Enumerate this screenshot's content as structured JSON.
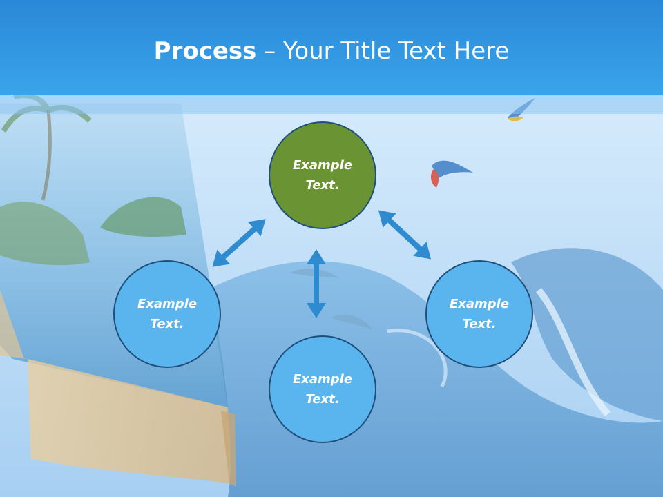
{
  "title": {
    "bold": "Process",
    "dash": " – ",
    "rest": "Your Title Text Here"
  },
  "nodes": [
    {
      "id": "top",
      "text": "Example Text.",
      "fill": "#6a9433"
    },
    {
      "id": "left",
      "text": "Example Text.",
      "fill": "#5ab4ee"
    },
    {
      "id": "bottom",
      "text": "Example Text.",
      "fill": "#5ab4ee"
    },
    {
      "id": "right",
      "text": "Example Text.",
      "fill": "#5ab4ee"
    }
  ],
  "colors": {
    "header": "#3aa4ea",
    "arrow": "#2e8bcf",
    "accent_node": "#6a9433",
    "node": "#5ab4ee"
  }
}
